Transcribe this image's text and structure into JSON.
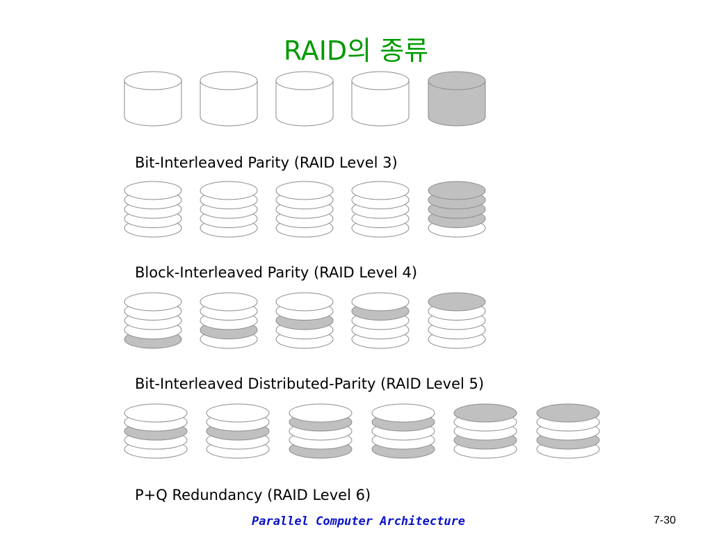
{
  "slide": {
    "title": "RAID의 종류",
    "footer": "Parallel Computer Architecture",
    "page_number": "7-30"
  },
  "colors": {
    "title": "#009a00",
    "shaded_disk": "#c0c0c0",
    "disk_outline": "#8a8a8a",
    "footer": "#0a14c8"
  },
  "rows": [
    {
      "caption": "Bit-Interleaved Parity (RAID Level 3)",
      "style": "solid",
      "disks": [
        {
          "shaded": false
        },
        {
          "shaded": false
        },
        {
          "shaded": false
        },
        {
          "shaded": false
        },
        {
          "shaded": true
        }
      ]
    },
    {
      "caption": "Block-Interleaved Parity (RAID Level 4)",
      "style": "stack",
      "disks": [
        {
          "shaded_layers": []
        },
        {
          "shaded_layers": []
        },
        {
          "shaded_layers": []
        },
        {
          "shaded_layers": []
        },
        {
          "shaded_layers": [
            0,
            1,
            2,
            3
          ]
        }
      ]
    },
    {
      "caption": "Bit-Interleaved Distributed-Parity (RAID Level 5)",
      "style": "stack",
      "disks": [
        {
          "shaded_layers": [
            4
          ]
        },
        {
          "shaded_layers": [
            3
          ]
        },
        {
          "shaded_layers": [
            2
          ]
        },
        {
          "shaded_layers": [
            1
          ]
        },
        {
          "shaded_layers": [
            0
          ]
        }
      ]
    },
    {
      "caption": "P+Q Redundancy (RAID Level 6)",
      "style": "stack",
      "disks": [
        {
          "shaded_layers": [
            2
          ]
        },
        {
          "shaded_layers": [
            2
          ]
        },
        {
          "shaded_layers": [
            1,
            4
          ]
        },
        {
          "shaded_layers": [
            1,
            4
          ]
        },
        {
          "shaded_layers": [
            0,
            3
          ]
        },
        {
          "shaded_layers": [
            0,
            3
          ]
        }
      ]
    }
  ]
}
